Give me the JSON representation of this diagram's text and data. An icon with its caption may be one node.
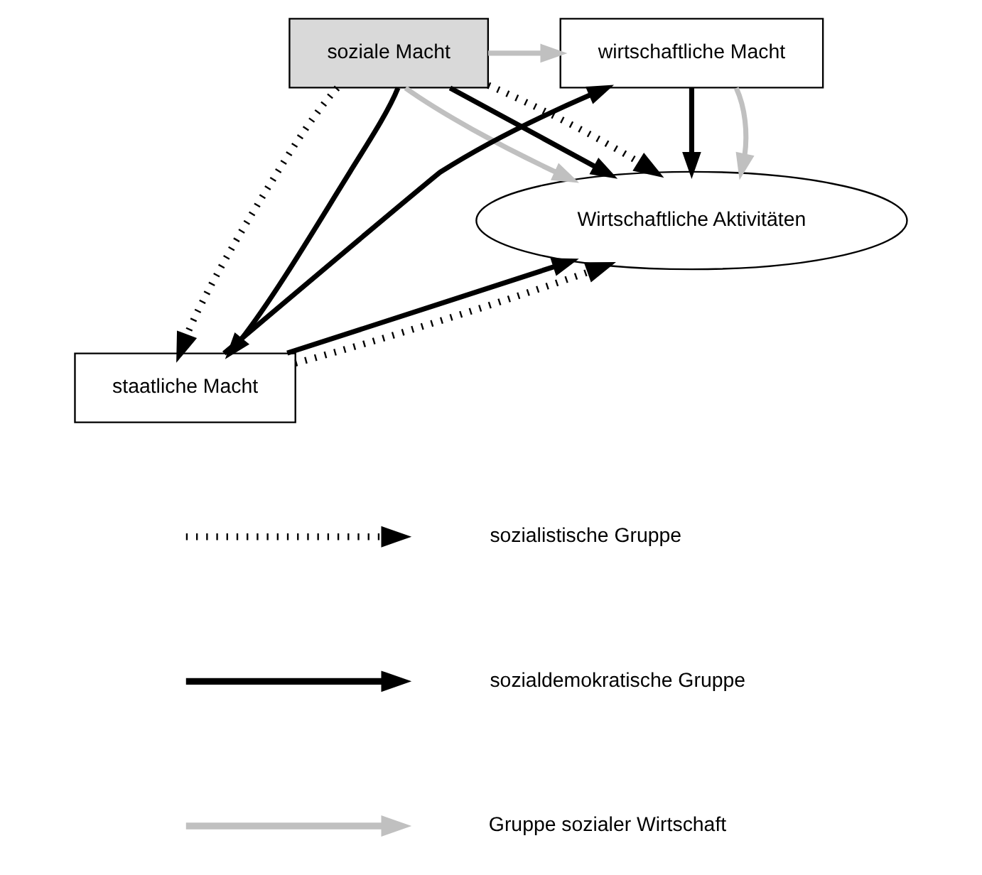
{
  "diagram": {
    "nodes": [
      {
        "text": [
          "wirtschaftliche Macht"
        ]
      },
      {
        "text": [
          "soziale Macht"
        ]
      },
      {
        "text": [
          "Wirtschaftliche Aktivitäten"
        ]
      },
      {
        "text": [
          "staatliche Macht"
        ]
      }
    ],
    "edges": [
      {
        "from": 1,
        "to": 0,
        "arrow": "to",
        "color": "#c0c0c0"
      },
      {
        "from": 0,
        "to": 2,
        "arrow": "to"
      },
      {
        "from": 0,
        "to": 2,
        "arrow": "to",
        "color": "#c0c0c0"
      },
      {
        "from": 1,
        "to": 2,
        "arrow": "to",
        "color": "#c0c0c0"
      },
      {
        "from": 1,
        "to": 2,
        "arrow": "to"
      },
      {
        "from": 1,
        "to": 2,
        "arrow": "to",
        "style": "dashed"
      },
      {
        "from": 1,
        "to": 3,
        "arrow": "to",
        "style": "dashed"
      },
      {
        "from": 1,
        "to": 3,
        "arrow": "to"
      },
      {
        "from": 3,
        "to": 2,
        "arrow": "to"
      },
      {
        "from": 3,
        "to": 2,
        "arrow": "to",
        "style": "dashed"
      },
      {
        "from": 3,
        "to": 0,
        "arrow": "to"
      }
    ],
    "legend": [
      {
        "text": "sozialistische Gruppe"
      },
      {
        "text": "sozialdemokratische Gruppe"
      },
      {
        "text": "Gruppe sozialer Wirtschaft"
      }
    ]
  }
}
